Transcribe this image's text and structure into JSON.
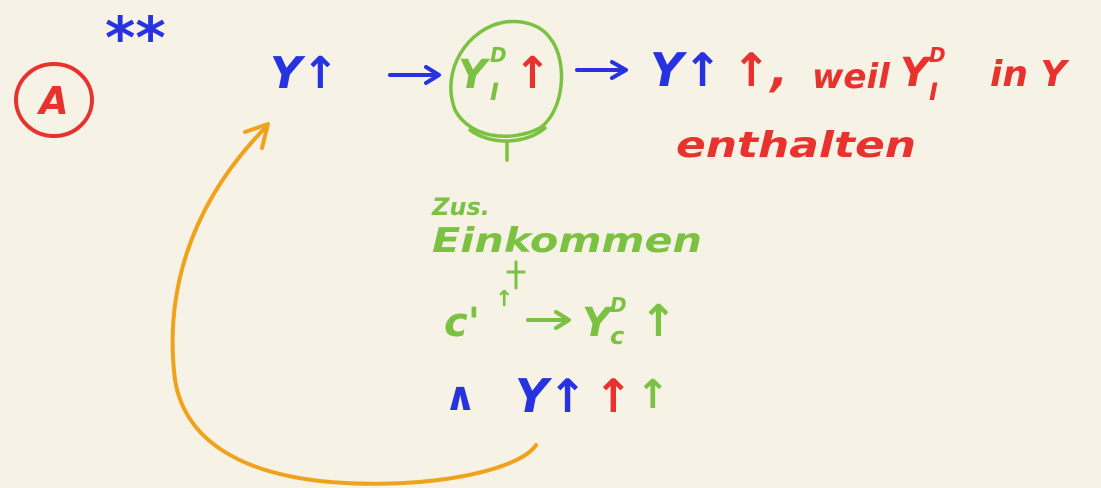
{
  "colors": {
    "background": "#f6f2e6",
    "red": "#e8322e",
    "blue": "#2733e0",
    "green": "#7cc242",
    "orange": "#f0a21c"
  },
  "marker": {
    "letter": "A",
    "stars": "**"
  },
  "chain": {
    "y_up": "Y↑",
    "y_i_symbol": "Y",
    "y_i_sup": "D",
    "y_i_sub": "I",
    "y_i_arrow": "↑",
    "result_blue": "Y↑",
    "result_red": "↑,",
    "because": "weil",
    "because_symbol": "Y",
    "because_sup": "D",
    "because_sub": "I",
    "in_y": "in Y",
    "contained": "enthalten"
  },
  "green_branch": {
    "line1": "Zus.",
    "line2": "Einkommen",
    "c_prime": "c'",
    "c_prime_up": "↑",
    "y_c_symbol": "Y",
    "y_c_sup": "D",
    "y_c_sub": "c",
    "y_c_arrow": "↑"
  },
  "summary": {
    "prefix": "∧",
    "blue": "Y↑",
    "red": "↑",
    "green": "↑"
  }
}
